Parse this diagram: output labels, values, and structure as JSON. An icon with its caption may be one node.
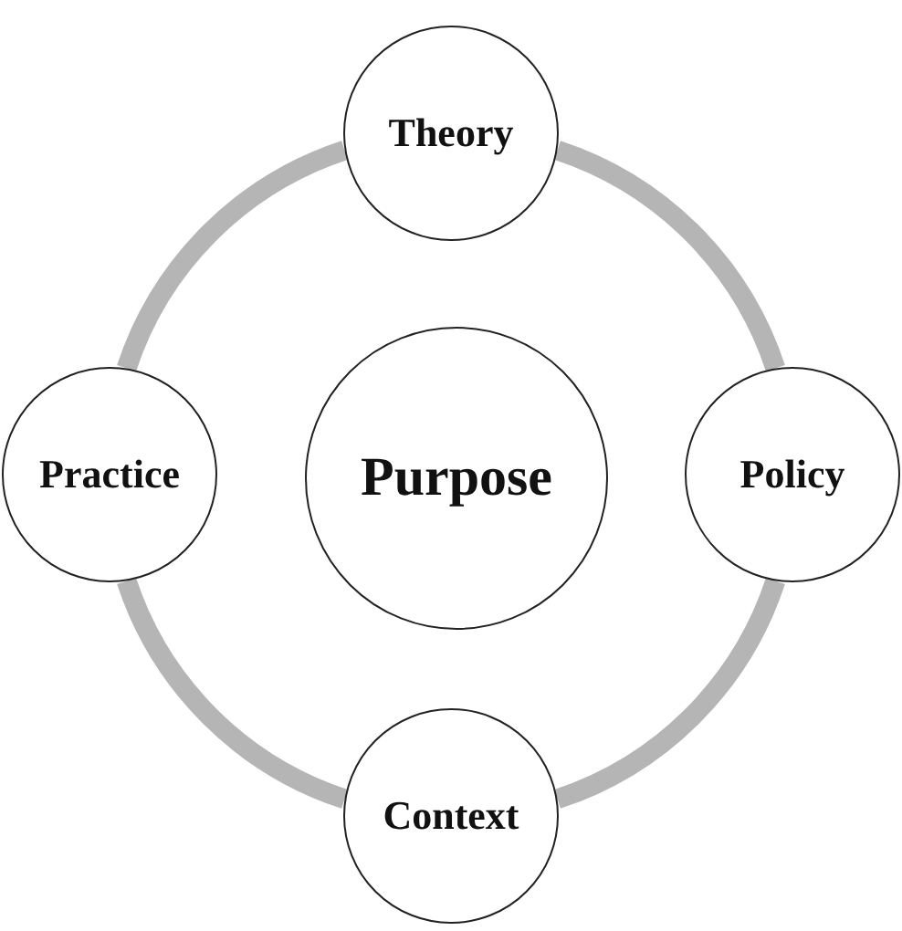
{
  "diagram": {
    "nodes": [
      {
        "text": [
          "Theory"
        ]
      },
      {
        "text": [
          "Policy"
        ]
      },
      {
        "text": [
          "Context"
        ]
      },
      {
        "text": [
          "Practice"
        ]
      },
      {
        "text": [
          "Purpose"
        ]
      }
    ],
    "edges": [
      {
        "from": 0,
        "to": 1,
        "arrow": "none"
      },
      {
        "from": 1,
        "to": 2,
        "arrow": "none"
      },
      {
        "from": 2,
        "to": 3,
        "arrow": "none"
      },
      {
        "from": 3,
        "to": 0,
        "arrow": "none"
      }
    ]
  }
}
